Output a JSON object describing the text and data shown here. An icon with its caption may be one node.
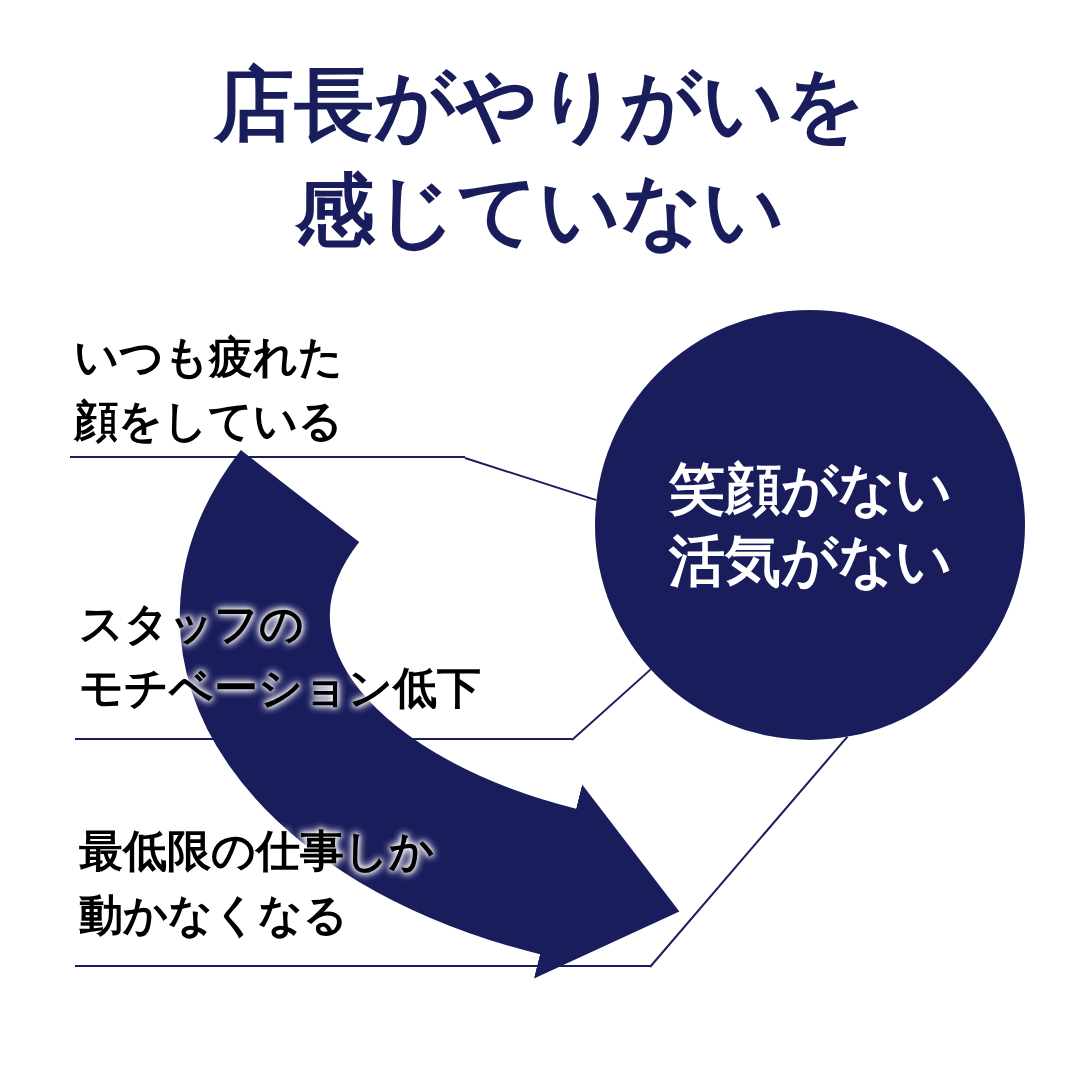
{
  "diagram": {
    "title": "店長がやりがいを感じていない",
    "nodes": [
      {
        "text": [
          "笑顔がない",
          "活気がない"
        ]
      },
      {
        "text": [
          "いつも疲れた顔をしている"
        ]
      },
      {
        "text": [
          "スタッフのモチベーション低下"
        ]
      },
      {
        "text": [
          "最低限の仕事しか動かなくなる"
        ]
      }
    ],
    "edges": [
      {
        "from": 0,
        "to": 1,
        "arrow": "none"
      },
      {
        "from": 0,
        "to": 2,
        "arrow": "none"
      },
      {
        "from": 0,
        "to": 3,
        "arrow": "none"
      }
    ]
  }
}
